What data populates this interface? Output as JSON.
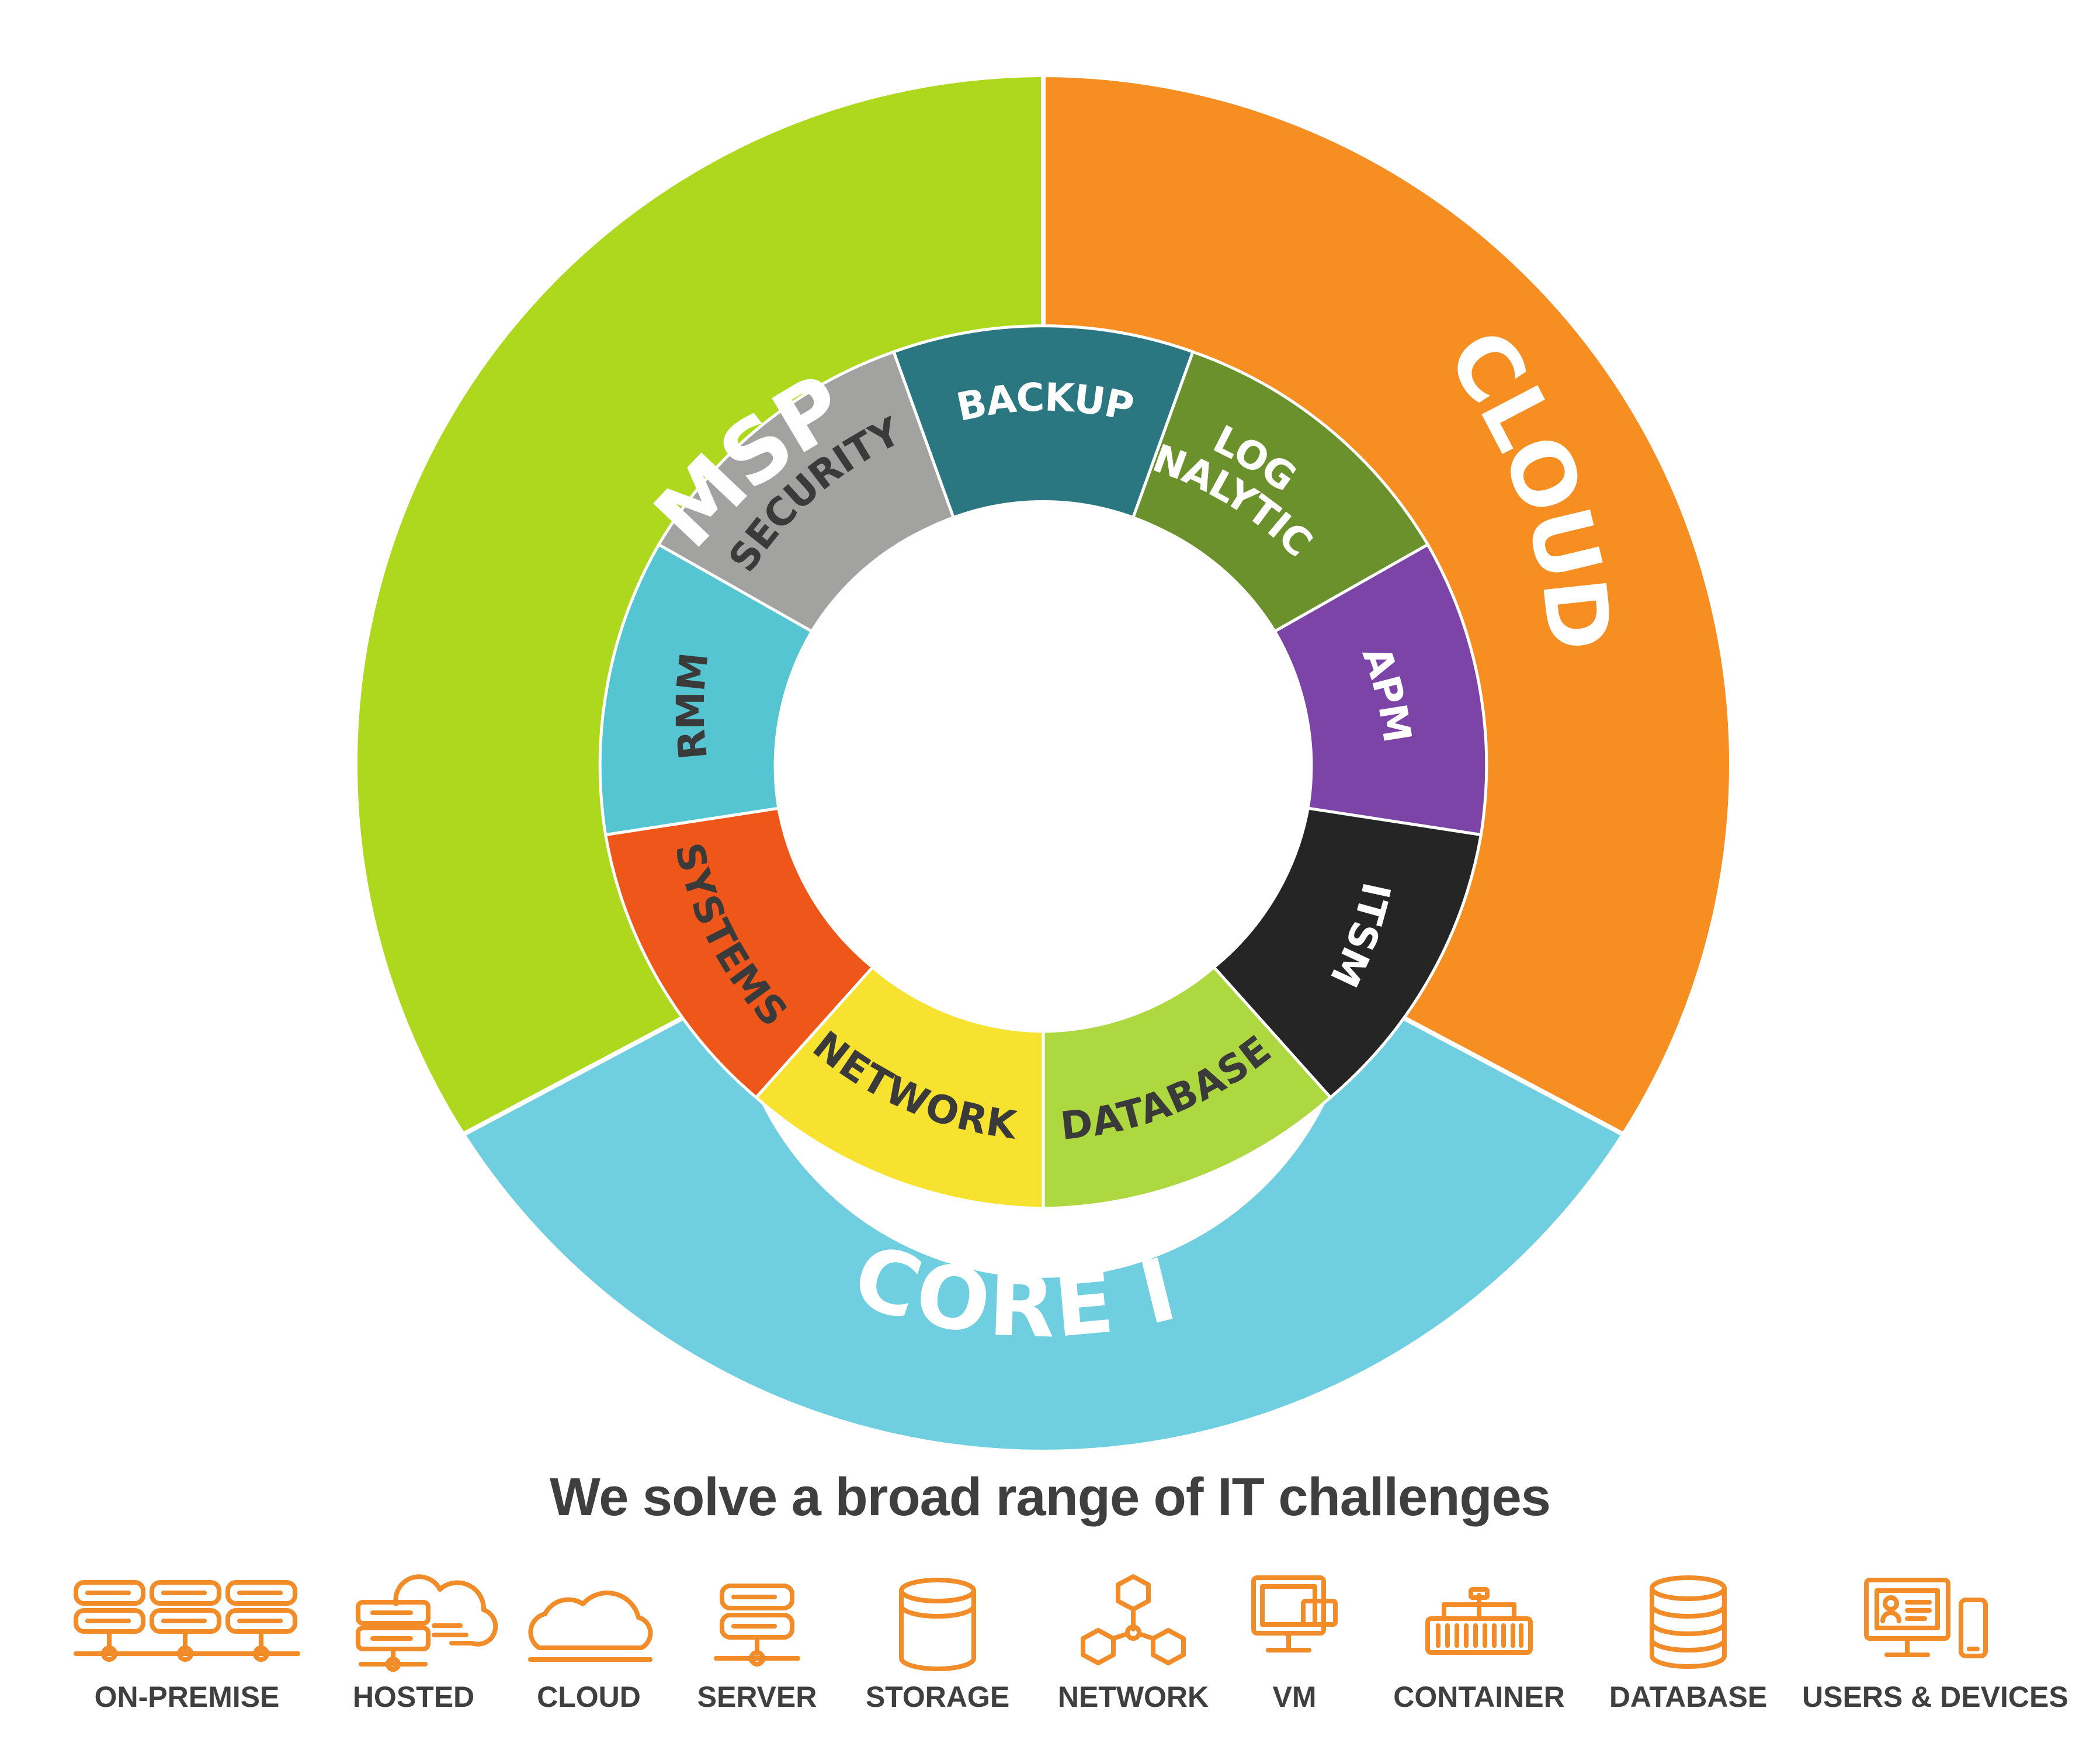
{
  "diagram": {
    "outer_segments": [
      {
        "label": "MSP",
        "color": "#add81d"
      },
      {
        "label": "CLOUD",
        "color": "#f68e22"
      },
      {
        "label": "CORE IT",
        "color": "#6fcee0"
      }
    ],
    "inner_segments": [
      {
        "label": "BACKUP",
        "color": "#2a7782",
        "text_color": "#ffffff"
      },
      {
        "label": "LOG ANALYTICS",
        "color": "#6b912d",
        "text_color": "#ffffff"
      },
      {
        "label": "APM",
        "color": "#7b44a6",
        "text_color": "#ffffff"
      },
      {
        "label": "ITSM",
        "color": "#252525",
        "text_color": "#ffffff"
      },
      {
        "label": "DATABASE",
        "color": "#add83f",
        "text_color": "#3a3a3a"
      },
      {
        "label": "NETWORK",
        "color": "#f6e22f",
        "text_color": "#3a3a3a"
      },
      {
        "label": "SYSTEMS",
        "color": "#ee5719",
        "text_color": "#3a3a3a"
      },
      {
        "label": "RMM",
        "color": "#55c5d1",
        "text_color": "#3a3a3a"
      },
      {
        "label": "SECURITY",
        "color": "#a2a2a0",
        "text_color": "#3a3a3a"
      }
    ]
  },
  "tagline": "We solve a broad range of IT challenges",
  "icon_color": "#f28c28",
  "environments": [
    {
      "label": "ON-PREMISE",
      "icon": "server-rack-icon"
    },
    {
      "label": "HOSTED",
      "icon": "hosted-server-icon"
    },
    {
      "label": "CLOUD",
      "icon": "cloud-icon"
    },
    {
      "label": "SERVER",
      "icon": "server-icon"
    },
    {
      "label": "STORAGE",
      "icon": "storage-icon"
    },
    {
      "label": "NETWORK",
      "icon": "network-icon"
    },
    {
      "label": "VM",
      "icon": "vm-icon"
    },
    {
      "label": "CONTAINER",
      "icon": "container-icon"
    },
    {
      "label": "DATABASE",
      "icon": "database-icon"
    },
    {
      "label": "USERS & DEVICES",
      "icon": "users-devices-icon"
    }
  ]
}
